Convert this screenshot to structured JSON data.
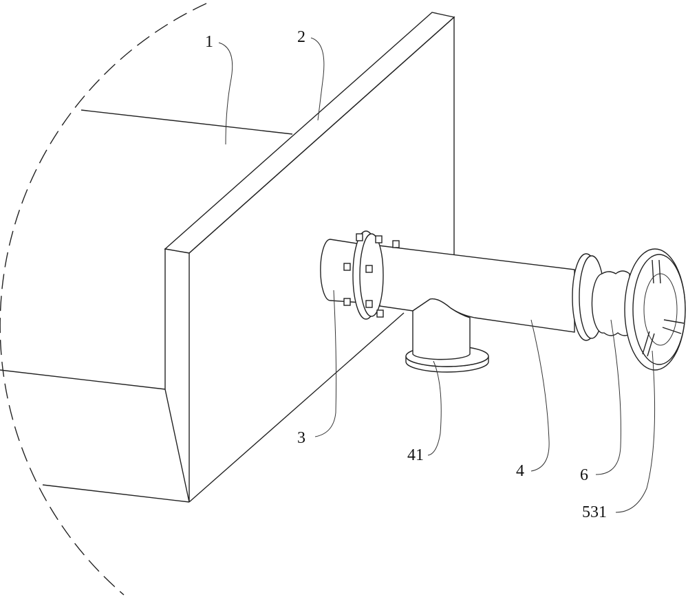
{
  "figure": {
    "labels": {
      "enclosure": "1",
      "wall": "2",
      "inlet_stub": "3",
      "branch_outlet": "41",
      "main_pipe": "4",
      "bellows": "6",
      "handwheel": "531"
    }
  }
}
